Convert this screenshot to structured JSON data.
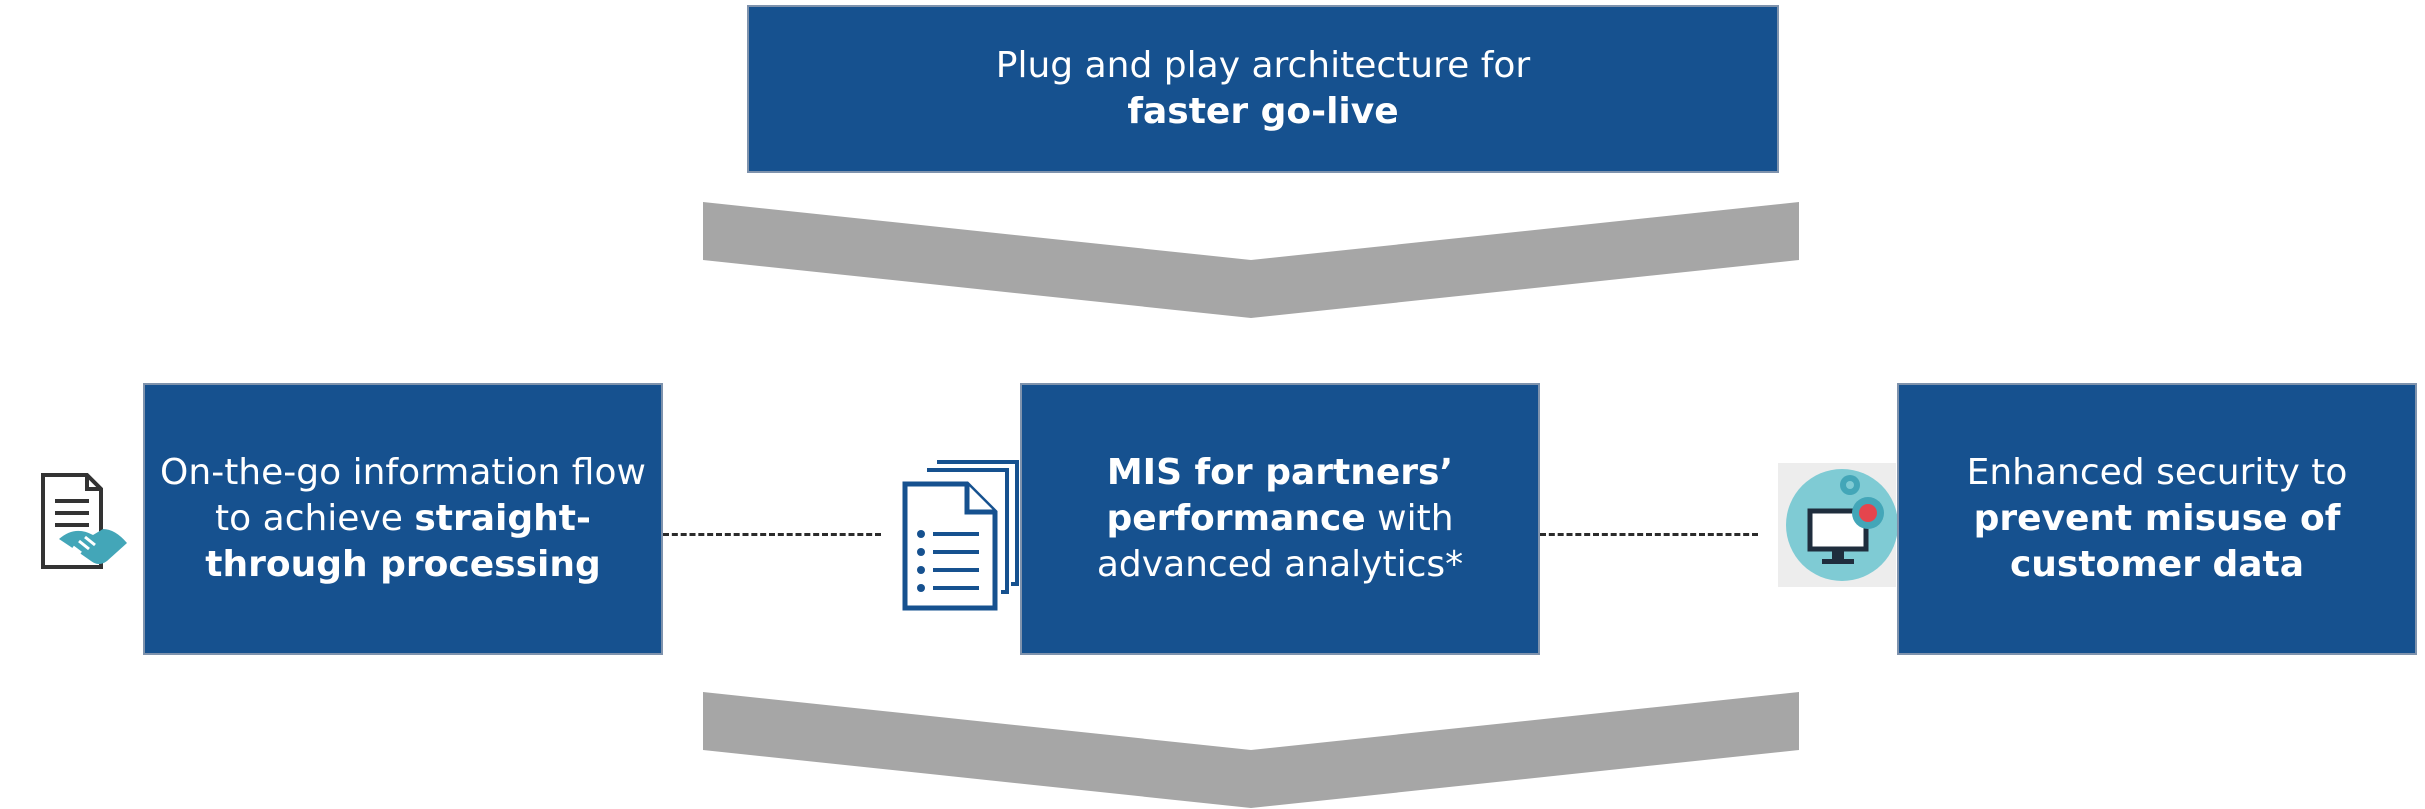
{
  "top": {
    "line1": "Plug and play architecture for",
    "bold": "faster go-live"
  },
  "left": {
    "pre": "On-the-go information flow to achieve ",
    "bold": "straight-through processing"
  },
  "center": {
    "bold": "MIS for partners’ performance",
    "post": " with advanced analytics*"
  },
  "right": {
    "pre": "Enhanced security to ",
    "bold": "prevent misuse of customer data"
  },
  "icons": {
    "left": "document-handshake-icon",
    "center": "documents-stack-icon",
    "right": "monitor-gears-icon"
  },
  "colors": {
    "box": "#16518f",
    "chevron": "#a6a6a6",
    "accent": "#43a6b8"
  }
}
